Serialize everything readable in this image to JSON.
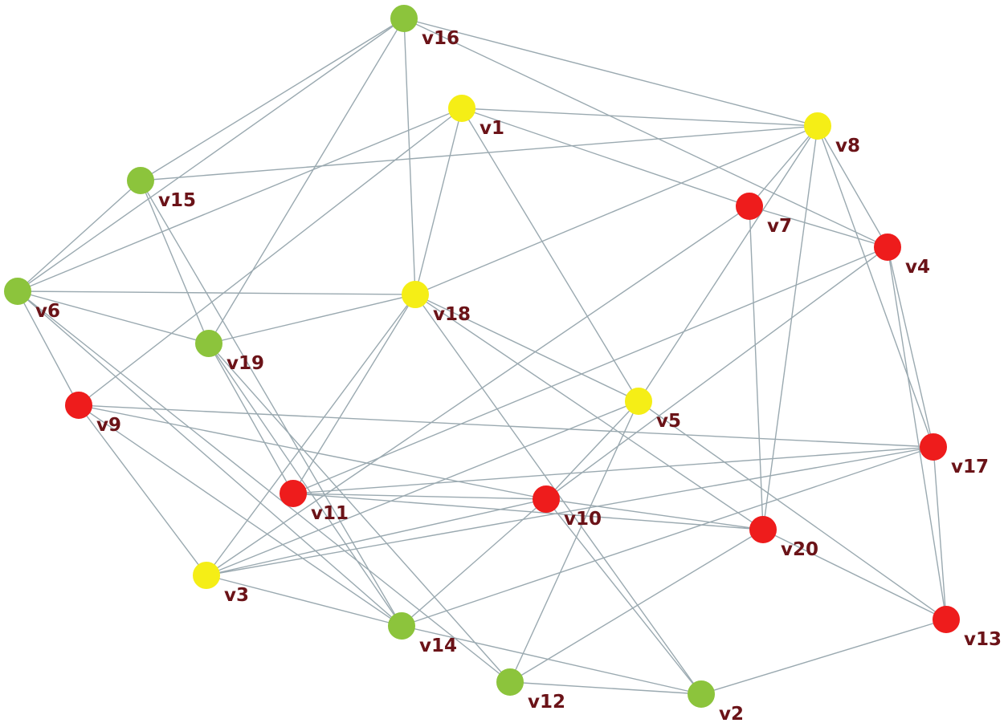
{
  "colors": {
    "red": "#ee1c1c",
    "yellow": "#f5ee16",
    "green": "#8cc43c",
    "label": "#6b1318",
    "edge": "#9aa9b0"
  },
  "nodes": [
    {
      "id": "v1",
      "label": "v1",
      "color": "yellow"
    },
    {
      "id": "v2",
      "label": "v2",
      "color": "green"
    },
    {
      "id": "v3",
      "label": "v3",
      "color": "yellow"
    },
    {
      "id": "v4",
      "label": "v4",
      "color": "red"
    },
    {
      "id": "v5",
      "label": "v5",
      "color": "yellow"
    },
    {
      "id": "v6",
      "label": "v6",
      "color": "green"
    },
    {
      "id": "v7",
      "label": "v7",
      "color": "red"
    },
    {
      "id": "v8",
      "label": "v8",
      "color": "yellow"
    },
    {
      "id": "v9",
      "label": "v9",
      "color": "red"
    },
    {
      "id": "v10",
      "label": "v10",
      "color": "red"
    },
    {
      "id": "v11",
      "label": "v11",
      "color": "red"
    },
    {
      "id": "v12",
      "label": "v12",
      "color": "green"
    },
    {
      "id": "v13",
      "label": "v13",
      "color": "red"
    },
    {
      "id": "v14",
      "label": "v14",
      "color": "green"
    },
    {
      "id": "v15",
      "label": "v15",
      "color": "green"
    },
    {
      "id": "v16",
      "label": "v16",
      "color": "green"
    },
    {
      "id": "v17",
      "label": "v17",
      "color": "red"
    },
    {
      "id": "v18",
      "label": "v18",
      "color": "yellow"
    },
    {
      "id": "v19",
      "label": "v19",
      "color": "green"
    },
    {
      "id": "v20",
      "label": "v20",
      "color": "red"
    }
  ],
  "edges": [
    [
      "v16",
      "v15"
    ],
    [
      "v16",
      "v8"
    ],
    [
      "v16",
      "v18"
    ],
    [
      "v16",
      "v4"
    ],
    [
      "v16",
      "v6"
    ],
    [
      "v16",
      "v19"
    ],
    [
      "v1",
      "v8"
    ],
    [
      "v1",
      "v6"
    ],
    [
      "v1",
      "v18"
    ],
    [
      "v1",
      "v7"
    ],
    [
      "v1",
      "v5"
    ],
    [
      "v1",
      "v9"
    ],
    [
      "v15",
      "v8"
    ],
    [
      "v15",
      "v6"
    ],
    [
      "v15",
      "v19"
    ],
    [
      "v15",
      "v14"
    ],
    [
      "v8",
      "v7"
    ],
    [
      "v8",
      "v5"
    ],
    [
      "v8",
      "v20"
    ],
    [
      "v8",
      "v17"
    ],
    [
      "v8",
      "v4"
    ],
    [
      "v8",
      "v18"
    ],
    [
      "v7",
      "v4"
    ],
    [
      "v7",
      "v20"
    ],
    [
      "v7",
      "v3"
    ],
    [
      "v4",
      "v10"
    ],
    [
      "v4",
      "v17"
    ],
    [
      "v4",
      "v13"
    ],
    [
      "v4",
      "v11"
    ],
    [
      "v6",
      "v18"
    ],
    [
      "v6",
      "v19"
    ],
    [
      "v6",
      "v9"
    ],
    [
      "v6",
      "v14"
    ],
    [
      "v6",
      "v12"
    ],
    [
      "v18",
      "v19"
    ],
    [
      "v18",
      "v5"
    ],
    [
      "v18",
      "v11"
    ],
    [
      "v18",
      "v3"
    ],
    [
      "v18",
      "v20"
    ],
    [
      "v18",
      "v2"
    ],
    [
      "v19",
      "v11"
    ],
    [
      "v19",
      "v14"
    ],
    [
      "v19",
      "v12"
    ],
    [
      "v9",
      "v17"
    ],
    [
      "v9",
      "v10"
    ],
    [
      "v9",
      "v3"
    ],
    [
      "v9",
      "v14"
    ],
    [
      "v5",
      "v10"
    ],
    [
      "v5",
      "v3"
    ],
    [
      "v5",
      "v13"
    ],
    [
      "v5",
      "v12"
    ],
    [
      "v11",
      "v10"
    ],
    [
      "v11",
      "v20"
    ],
    [
      "v11",
      "v17"
    ],
    [
      "v10",
      "v20"
    ],
    [
      "v10",
      "v3"
    ],
    [
      "v10",
      "v2"
    ],
    [
      "v10",
      "v14"
    ],
    [
      "v17",
      "v3"
    ],
    [
      "v17",
      "v14"
    ],
    [
      "v17",
      "v13"
    ],
    [
      "v20",
      "v13"
    ],
    [
      "v20",
      "v12"
    ],
    [
      "v13",
      "v2"
    ],
    [
      "v3",
      "v14"
    ],
    [
      "v14",
      "v2"
    ],
    [
      "v12",
      "v2"
    ]
  ]
}
